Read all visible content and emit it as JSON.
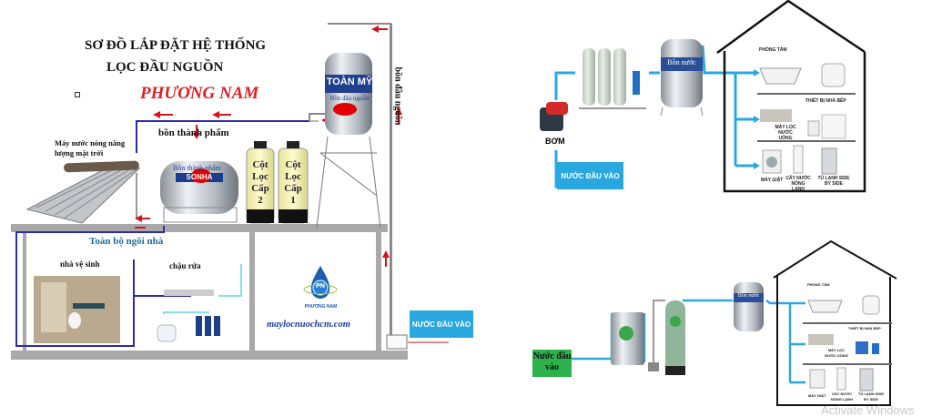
{
  "left_diagram": {
    "title_line1": "SƠ ĐỒ LẮP ĐẶT HỆ THỐNG",
    "title_line2": "LỌC ĐẦU NGUỒN",
    "brand": "PHƯƠNG NAM",
    "source_tank_brand": "TOÀN MỸ",
    "source_tank_label": "Bồn đầu nguồn",
    "source_tank_side_label": "bồn đầu nguồn",
    "product_tank_label_top": "bồn thành phẩm",
    "product_tank_label": "Bồn thành phẩm",
    "product_tank_brand": "SONHA",
    "solar_heater_label": "Máy nước nóng năng lượng mặt trời",
    "filter_col_2": [
      "Cột",
      "Lọc",
      "Cấp",
      "2"
    ],
    "filter_col_1": [
      "Cột",
      "Lọc",
      "Cấp",
      "1"
    ],
    "house_label": "Toàn bộ ngôi nhà",
    "bathroom_label": "nhà vệ sinh",
    "sink_label": "chậu rửa",
    "logo_text": "PHƯƠNG NAM",
    "logo_initials": "PN",
    "website": "maylocnuochcm.com",
    "inlet_label": "NƯỚC ĐẦU VÀO"
  },
  "top_right_diagram": {
    "pump_label": "BƠM",
    "inlet_label": "NƯỚC ĐẦU VÀO",
    "tank_label": "Bồn nước",
    "rooms": {
      "bathroom": "PHÒNG TẮM",
      "kitchen": "THIẾT BỊ NHÀ BẾP",
      "water_purifier": "MÁY LỌC NƯỚC UỐNG",
      "washer": "MÁY GIẶT",
      "dispenser": "CÂY NƯỚC NÓNG LẠNH",
      "fridge": "TỦ LẠNH SIDE BY SIDE"
    }
  },
  "bottom_right_diagram": {
    "inlet_label": "Nước đầu vào",
    "tank_label": "Bồn nước",
    "rooms": {
      "bathroom": "PHÒNG TẮM",
      "kitchen": "THIẾT BỊ NHÀ BẾP",
      "water_purifier": "MÁY LỌC NƯỚC UỐNG",
      "washer": "MÁY GIẶT",
      "dispenser": "CÂY NƯỚC NÓNG LẠNH",
      "fridge": "TỦ LẠNH SIDE BY SIDE"
    }
  },
  "watermark": "Activate Windows",
  "colors": {
    "pipe_blue": "#29a8e0",
    "pipe_navy": "#2b2bb0",
    "arrow_red": "#d7141a",
    "inlet_green": "#2bb24c",
    "frame_gray": "#a9a9a9"
  }
}
